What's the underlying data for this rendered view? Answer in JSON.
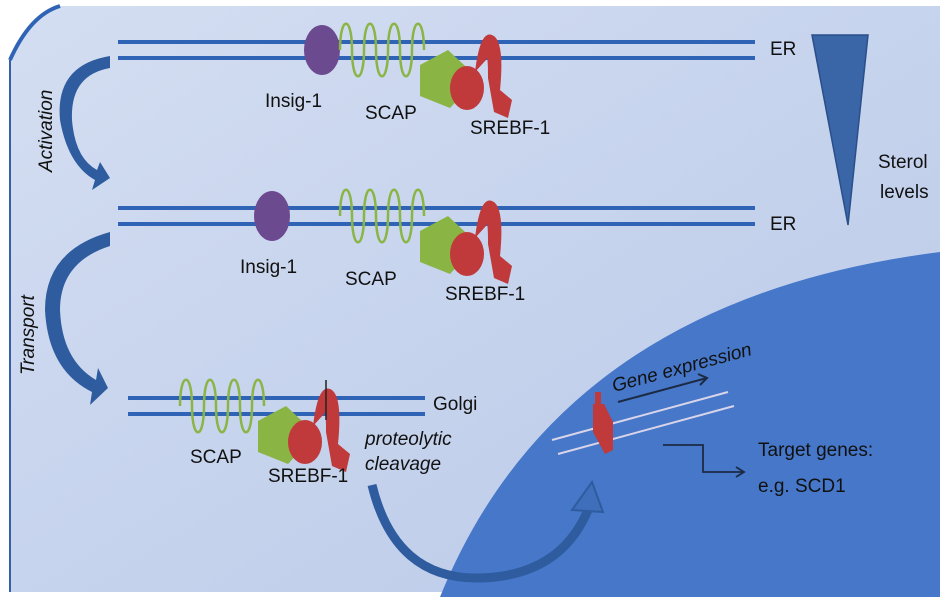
{
  "labels": {
    "er_top": "ER",
    "er_middle": "ER",
    "golgi": "Golgi",
    "insig_top": "Insig-1",
    "insig_middle": "Insig-1",
    "scap_top": "SCAP",
    "scap_middle": "SCAP",
    "scap_golgi": "SCAP",
    "srebf_top": "SREBF-1",
    "srebf_middle": "SREBF-1",
    "srebf_golgi": "SREBF-1",
    "proteolytic_1": "proteolytic",
    "proteolytic_2": "cleavage",
    "activation": "Activation",
    "transport": "Transport",
    "sterol_1": "Sterol",
    "sterol_2": "levels",
    "gene_expression": "Gene expression",
    "target_1": "Target genes:",
    "target_2": "e.g. SCD1"
  },
  "colors": {
    "cytoplasm": "#c6d4ee",
    "nucleus": "#4677c8",
    "membrane": "#2f63b5",
    "insig": "#6c4a90",
    "scap": "#8ab545",
    "srebf": "#c0393b",
    "arrow": "#2e5c9e"
  }
}
